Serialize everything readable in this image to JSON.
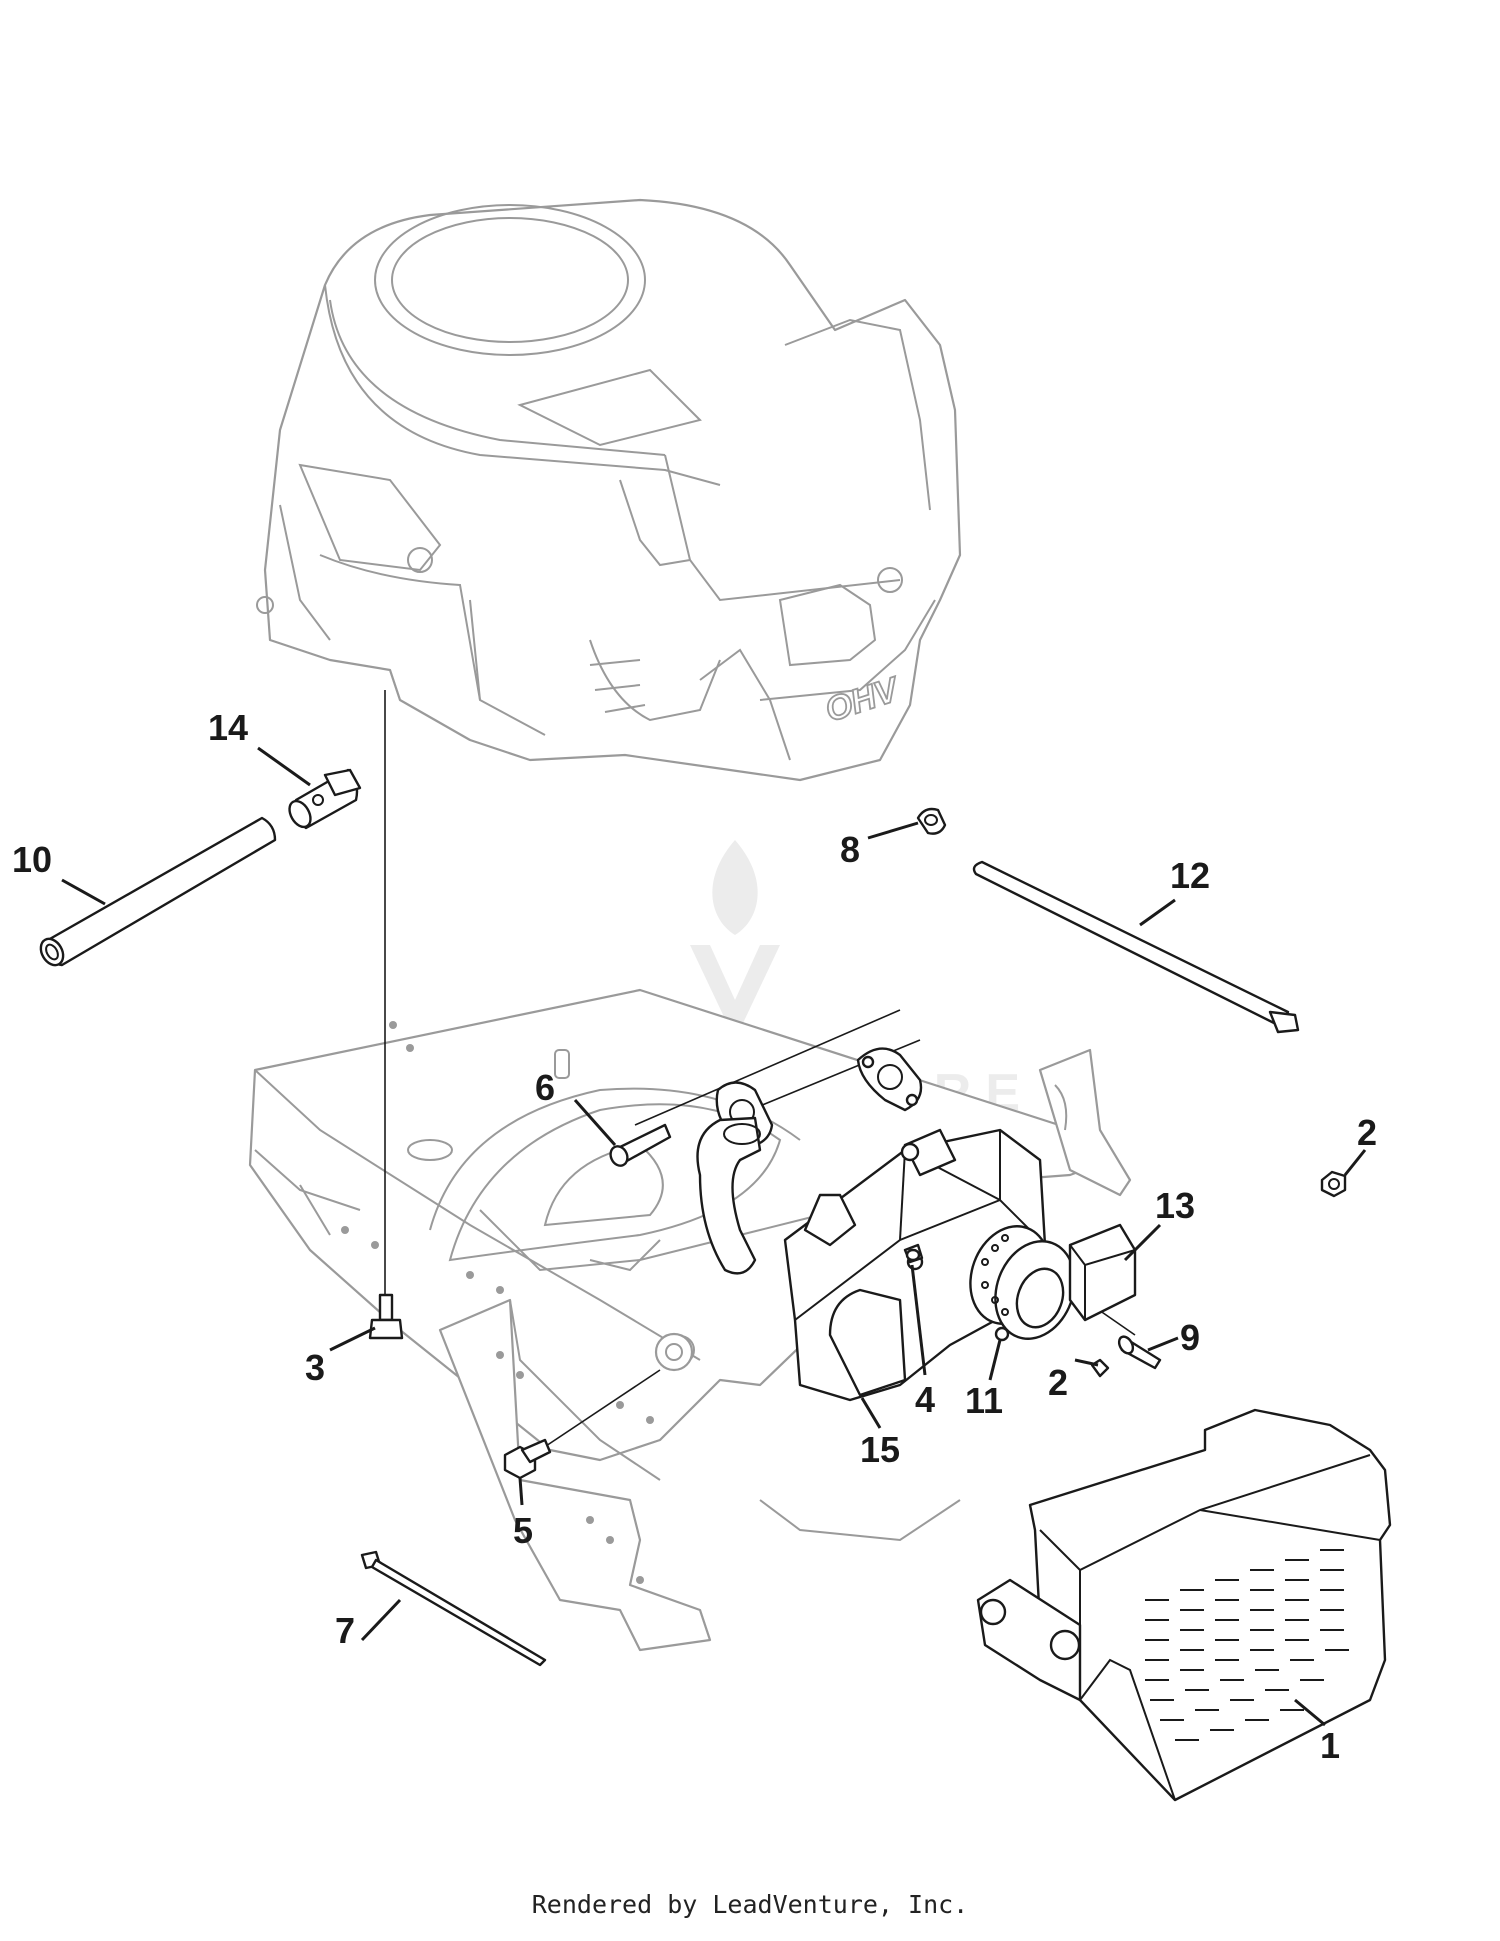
{
  "diagram": {
    "callouts": [
      {
        "label": "1"
      },
      {
        "label": "2"
      },
      {
        "label": "2"
      },
      {
        "label": "3"
      },
      {
        "label": "4"
      },
      {
        "label": "5"
      },
      {
        "label": "6"
      },
      {
        "label": "7"
      },
      {
        "label": "8"
      },
      {
        "label": "9"
      },
      {
        "label": "10"
      },
      {
        "label": "11"
      },
      {
        "label": "12"
      },
      {
        "label": "13"
      },
      {
        "label": "14"
      },
      {
        "label": "15"
      }
    ],
    "engine_badge": "OHV",
    "watermark": "LEADVENTURE"
  },
  "footer": {
    "text": "Rendered by LeadVenture, Inc."
  }
}
